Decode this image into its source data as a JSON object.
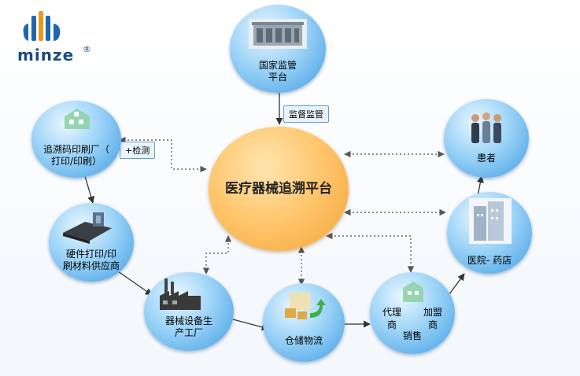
{
  "logo": {
    "text": "minze",
    "mark": "®"
  },
  "center": {
    "title": "医疗器械追溯平台"
  },
  "nodes": {
    "regulator": {
      "line1": "国家监管",
      "line2": "平台"
    },
    "printer": {
      "line1": "追溯码印刷厂（",
      "line2": "打印/印刷）"
    },
    "patient": {
      "line1": "患者"
    },
    "supplier": {
      "line1": "硬件打印/印",
      "line2": "刷材料供应商"
    },
    "hospital": {
      "line1": "医院- 药店"
    },
    "manufacturer": {
      "line1": "器械设备生",
      "line2": "产工厂"
    },
    "warehouse": {
      "line1": "仓储物流"
    },
    "dealer": {
      "w1": "代理",
      "w2": "商",
      "w3": "加盟",
      "w4": "商",
      "w5": "销售"
    }
  },
  "tags": {
    "supervision": "监督监管",
    "inspection": "+检测"
  },
  "colors": {
    "node": "#3f9ce3",
    "center": "#f2a437",
    "arrow": "#333333",
    "dotted": "#666666"
  }
}
